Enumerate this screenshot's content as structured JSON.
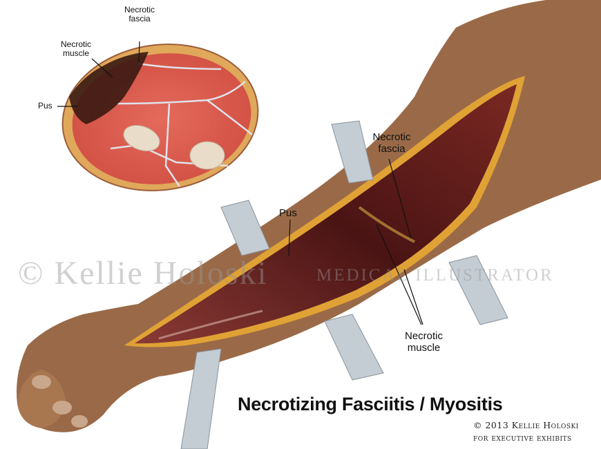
{
  "title": "Necrotizing Fasciitis / Myositis",
  "copyright": {
    "line1": "© 2013 Kellie Holoski",
    "line2": "for executive exhibits"
  },
  "watermark": {
    "name": "© Kellie Holoski",
    "role": "MEDICAL ILLUSTRATOR"
  },
  "cross_section_labels": {
    "necrotic_fascia": "Necrotic fascia",
    "necrotic_muscle": "Necrotic muscle",
    "pus": "Pus"
  },
  "arm_labels": {
    "necrotic_fascia": "Necrotic fascia",
    "pus": "Pus",
    "necrotic_muscle": "Necrotic muscle"
  }
}
